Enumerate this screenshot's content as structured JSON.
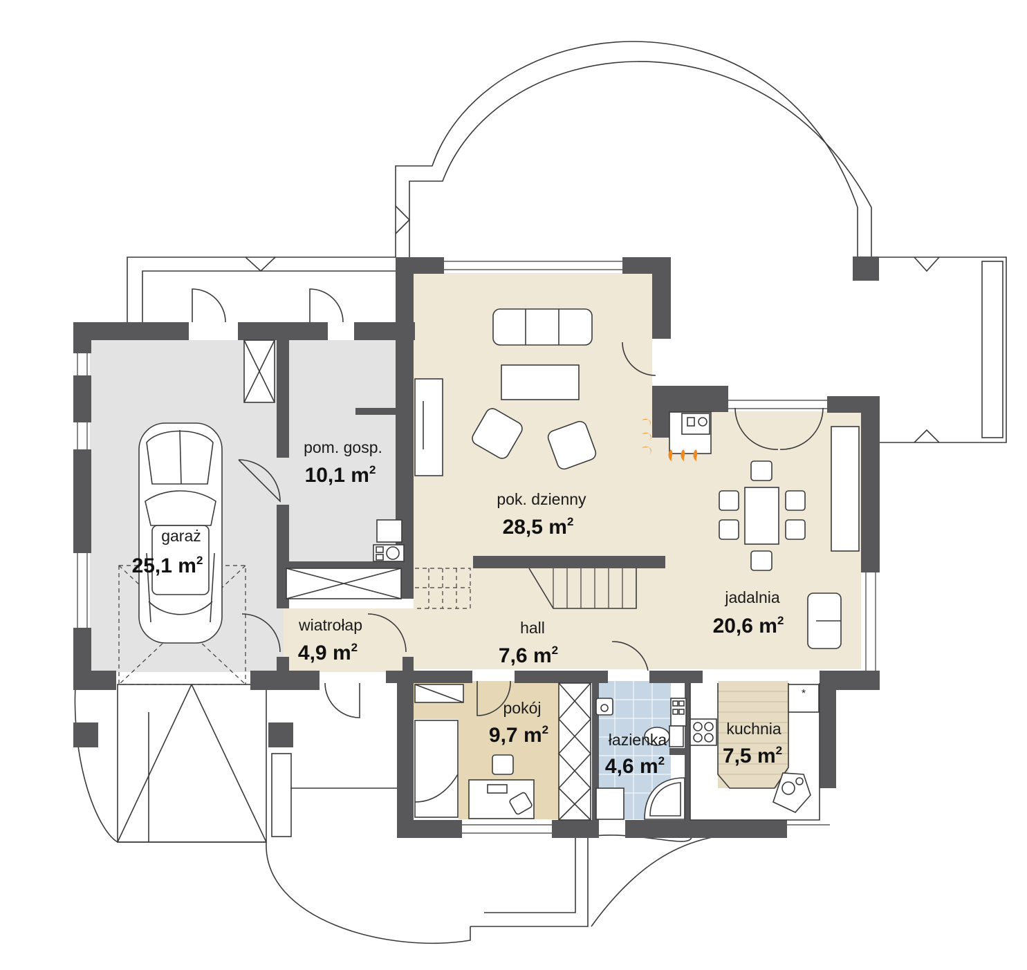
{
  "rooms": [
    {
      "id": "garaz",
      "name": "garaż",
      "area": "25,1 m",
      "sup": "2"
    },
    {
      "id": "pom-gosp",
      "name": "pom. gosp.",
      "area": "10,1 m",
      "sup": "2"
    },
    {
      "id": "pok-dzienny",
      "name": "pok. dzienny",
      "area": "28,5 m",
      "sup": "2"
    },
    {
      "id": "jadalnia",
      "name": "jadalnia",
      "area": "20,6 m",
      "sup": "2"
    },
    {
      "id": "wiatrolap",
      "name": "wiatrołap",
      "area": "4,9 m",
      "sup": "2"
    },
    {
      "id": "hall",
      "name": "hall",
      "area": "7,6 m",
      "sup": "2"
    },
    {
      "id": "pokoj",
      "name": "pokój",
      "area": "9,7 m",
      "sup": "2"
    },
    {
      "id": "lazienka",
      "name": "łazienka",
      "area": "4,6 m",
      "sup": "2"
    },
    {
      "id": "kuchnia",
      "name": "kuchnia",
      "area": "7,5 m",
      "sup": "2"
    }
  ],
  "colors": {
    "wall": "#58585a",
    "garage_floor": "#e3e3e4",
    "living_floor": "#efe8d7",
    "pokoj_floor": "#e6d8b6",
    "bath_tiles": "#c6d6e4",
    "kitchen_floor": "#e5dcc3",
    "fireplace": "#f08a1e"
  }
}
